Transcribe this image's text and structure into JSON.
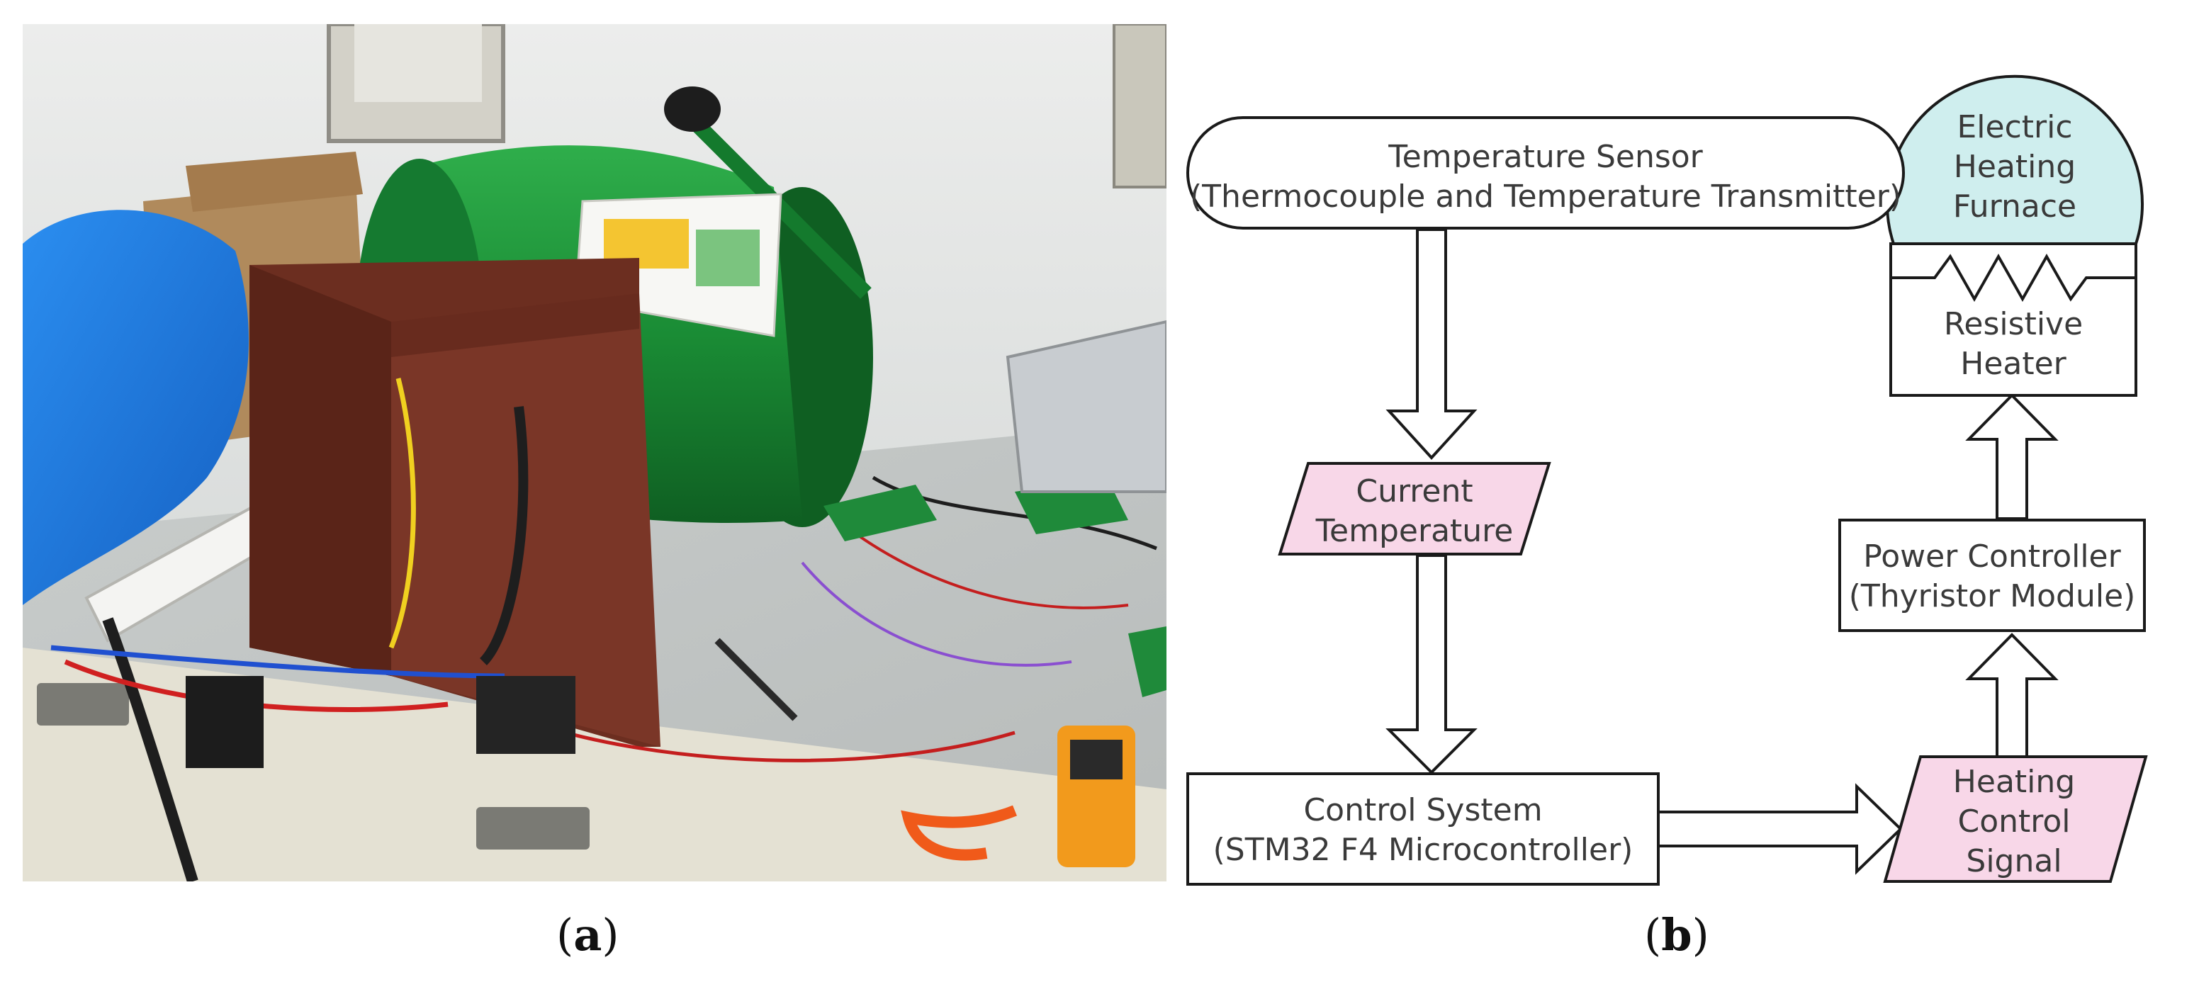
{
  "colors": {
    "stroke": "#1a1a1a",
    "parallelogram_fill": "#f8d7e8",
    "furnace_fill": "#cfeeee",
    "box_fill": "#ffffff",
    "text": "#3a3a3a"
  },
  "panel_a": {
    "label_open": "(",
    "label_letter": "a",
    "label_close": ")",
    "photo_icon": "lab-bench-electric-furnace-photo-icon"
  },
  "panel_b": {
    "label_open": "(",
    "label_letter": "b",
    "label_close": ")",
    "sensor": {
      "line1": "Temperature Sensor",
      "line2": "(Thermocouple and Temperature Transmitter)"
    },
    "furnace": {
      "line1": "Electric",
      "line2": "Heating",
      "line3": "Furnace"
    },
    "heater": {
      "line1": "Resistive",
      "line2": "Heater",
      "icon": "resistor-zigzag-icon"
    },
    "current_temp": {
      "line1": "Current",
      "line2": "Temperature"
    },
    "power_controller": {
      "line1": "Power Controller",
      "line2": "(Thyristor Module)"
    },
    "control_system": {
      "line1": "Control System",
      "line2": "(STM32 F4 Microcontroller)"
    },
    "heating_signal": {
      "line1": "Heating",
      "line2": "Control",
      "line3": "Signal"
    }
  }
}
